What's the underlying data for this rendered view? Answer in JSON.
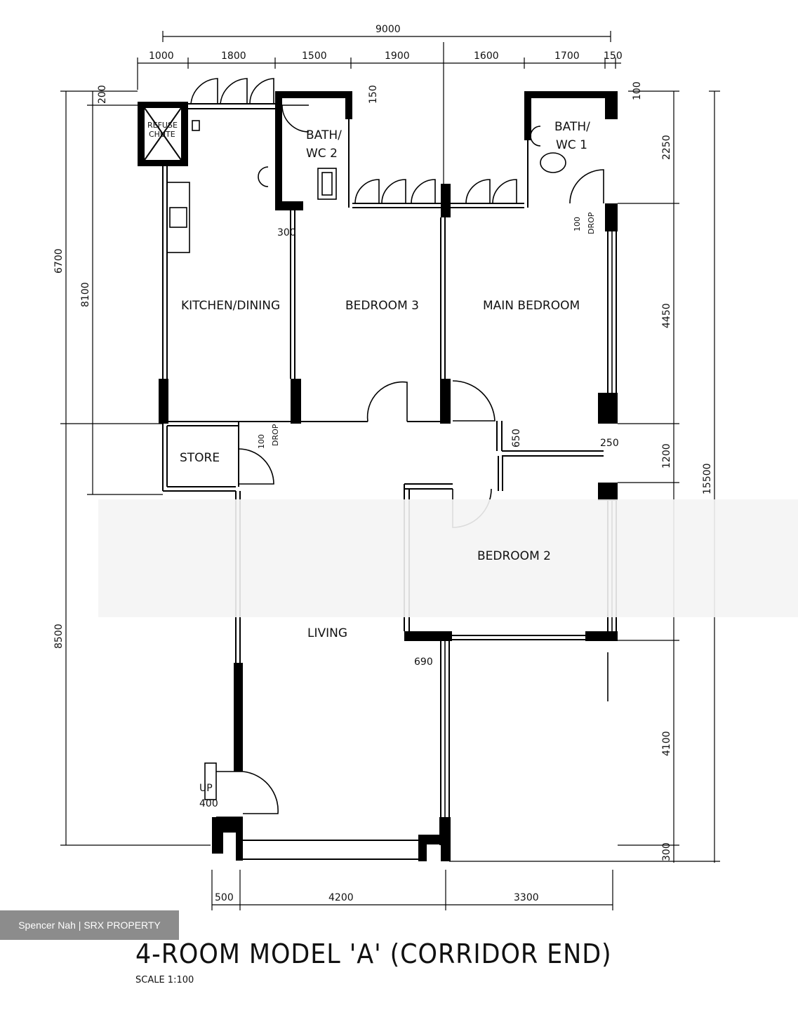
{
  "title": "4-ROOM MODEL 'A' (CORRIDOR END)",
  "scale": "SCALE   1:100",
  "watermark": "Spencer Nah | SRX PROPERTY",
  "rooms": {
    "kitchen": "KITCHEN/DINING",
    "bedroom3": "BEDROOM 3",
    "main_bedroom": "MAIN BEDROOM",
    "store": "STORE",
    "bedroom2": "BEDROOM 2",
    "living": "LIVING",
    "bath2_line1": "BATH/",
    "bath2_line2": "WC 2",
    "bath1_line1": "BATH/",
    "bath1_line2": "WC 1",
    "refuse_line1": "REFUSE",
    "refuse_line2": "CHUTE"
  },
  "notes": {
    "drop": "DROP",
    "drop_value": "100",
    "up": "UP",
    "up_value": "400"
  },
  "dimensions": {
    "overall_width": "9000",
    "top": [
      "1000",
      "1800",
      "1500",
      "1900",
      "1600",
      "1700",
      "150"
    ],
    "bottom": [
      "500",
      "4200",
      "3300"
    ],
    "left_outer": [
      "6700",
      "8500"
    ],
    "left_inner": [
      "200",
      "8100"
    ],
    "right_inner": [
      "100",
      "2250",
      "4450",
      "1200",
      "4100",
      "300"
    ],
    "right_outer": "15500",
    "internal": [
      "150",
      "300",
      "650",
      "250",
      "690"
    ]
  }
}
